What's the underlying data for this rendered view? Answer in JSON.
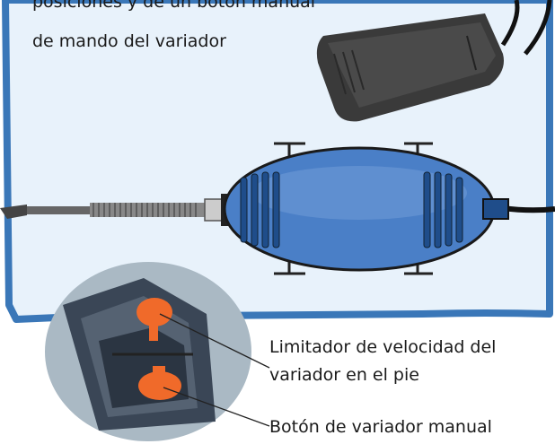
{
  "caption": {
    "line1": "posiciones y de un botón manual",
    "line2": "de mando del variador"
  },
  "callouts": {
    "limiter_line1": "Limitador de velocidad del",
    "limiter_line2": "variador en el pie",
    "manual_button": "Botón de variador manual"
  },
  "colors": {
    "panel_bg": "#e8f2fb",
    "panel_border": "#3a77b8",
    "handpiece_body": "#4a7fc7",
    "handpiece_dark": "#1f4d8a",
    "footswitch_body": "#3d3d3d",
    "accent_orange": "#f06a2a",
    "cable": "#111111"
  },
  "icons": {
    "footswitch": "foot-pedal-variator",
    "handpiece": "rotary-tool-handpiece",
    "closeup": "speed-limiter-closeup"
  }
}
